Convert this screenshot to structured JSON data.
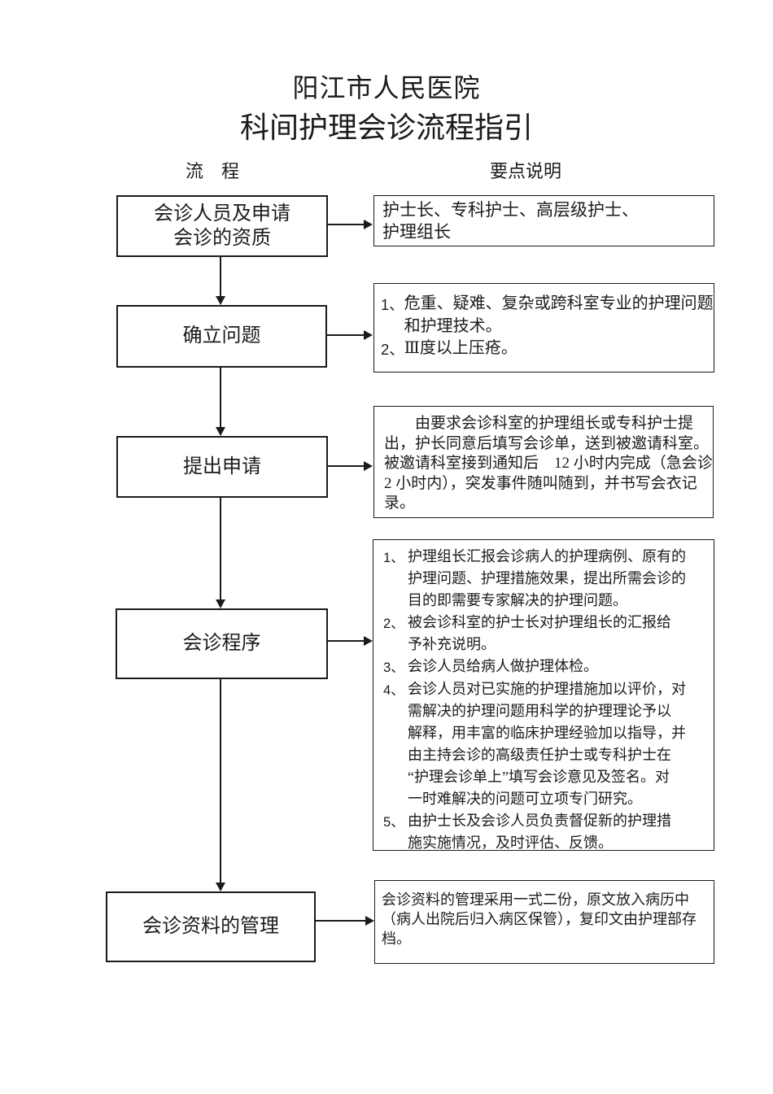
{
  "doc": {
    "title": "阳江市人民医院",
    "subtitle": "科间护理会诊流程指引",
    "columns": {
      "flow": "流　程",
      "points": "要点说明"
    }
  },
  "flow": {
    "steps": [
      {
        "label": "会诊人员及申请\n会诊的资质"
      },
      {
        "label": "确立问题"
      },
      {
        "label": "提出申请"
      },
      {
        "label": "会诊程序"
      },
      {
        "label": "会诊资料的管理"
      }
    ]
  },
  "points": [
    {
      "text": "护士长、专科护士、高层级护士、\n护理组长"
    },
    {
      "items": [
        {
          "num": "1、",
          "text": "危重、疑难、复杂或跨科室专业的护理问题\n和护理技术。"
        },
        {
          "num": "2、",
          "text": "Ⅲ度以上压疮。"
        }
      ]
    },
    {
      "text": "　　由要求会诊科室的护理组长或专科护士提\n出，护长同意后填写会诊单，送到被邀请科室。\n被邀请科室接到通知后　12 小时内完成（急会诊\n2 小时内），突发事件随叫随到，并书写会衣记\n录。"
    },
    {
      "items": [
        {
          "num": "1、",
          "text": "护理组长汇报会诊病人的护理病例、原有的\n护理问题、护理措施效果，提出所需会诊的\n目的即需要专家解决的护理问题。"
        },
        {
          "num": "2、",
          "text": "被会诊科室的护士长对护理组长的汇报给\n予补充说明。"
        },
        {
          "num": "3、",
          "text": "会诊人员给病人做护理体检。"
        },
        {
          "num": "4、",
          "text": "会诊人员对已实施的护理措施加以评价，对\n需解决的护理问题用科学的护理理论予以\n解释，用丰富的临床护理经验加以指导，并\n由主持会诊的高级责任护士或专科护士在\n“护理会诊单上”填写会诊意见及签名。对\n一时难解决的问题可立项专门研究。"
        },
        {
          "num": "5、",
          "text": "由护士长及会诊人员负责督促新的护理措\n施实施情况，及时评估、反馈。"
        }
      ]
    },
    {
      "text": "会诊资料的管理采用一式二份，原文放入病历中\n（病人出院后归入病区保管），复印文由护理部存\n档。"
    }
  ],
  "colors": {
    "ink": "#1b1b1b",
    "paper": "#ffffff"
  }
}
